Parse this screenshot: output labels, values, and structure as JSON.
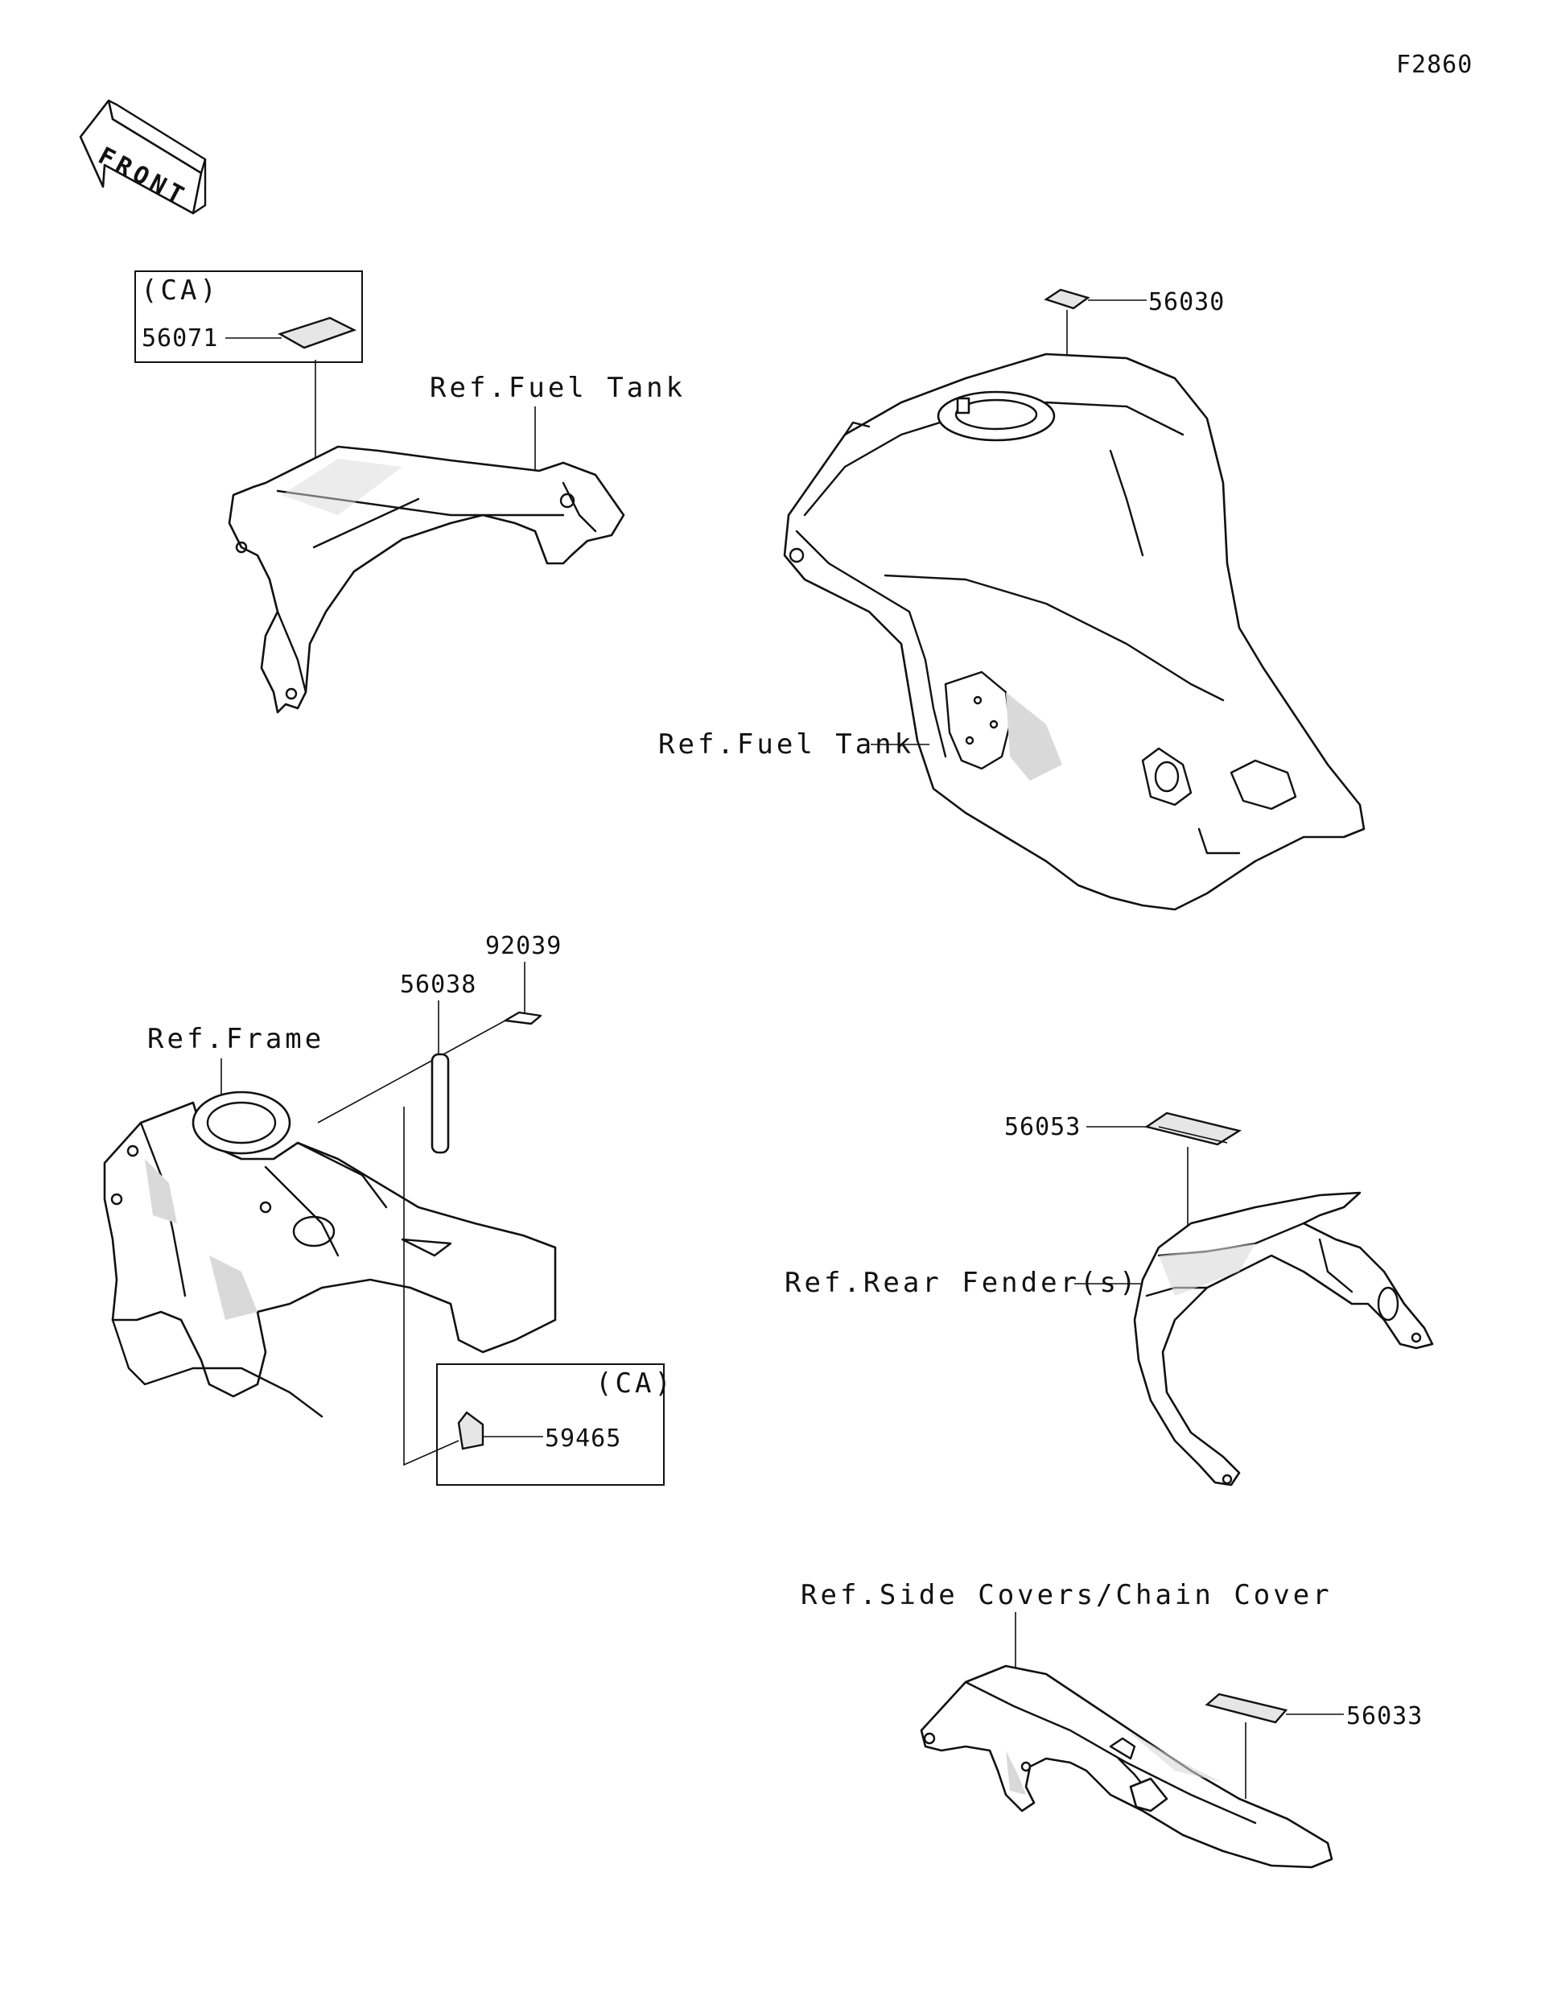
{
  "figure_code": "F2860",
  "front_arrow": {
    "text": "FRONT",
    "icon": "front-direction-arrow-icon"
  },
  "groups": {
    "upper_left": {
      "box_region": "(CA)",
      "part_number": "56071",
      "ref_label": "Ref.Fuel Tank"
    },
    "upper_right": {
      "part_number": "56030",
      "ref_label": "Ref.Fuel Tank"
    },
    "middle_left": {
      "part_numbers": [
        "92039",
        "56038"
      ],
      "ref_label": "Ref.Frame",
      "box_region": "(CA)",
      "boxed_part_number": "59465"
    },
    "middle_right": {
      "part_number": "56053",
      "ref_label": "Ref.Rear Fender(s)"
    },
    "lower_right": {
      "part_number": "56033",
      "ref_label": "Ref.Side Covers/Chain Cover"
    }
  }
}
